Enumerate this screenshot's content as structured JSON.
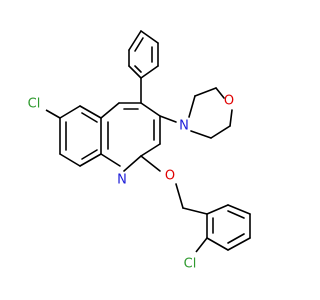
{
  "colors": {
    "bond": "#000000",
    "chlorine": "#2e9a2e",
    "nitrogen": "#1d1dd8",
    "oxygen": "#e00000",
    "background": "#ffffff"
  },
  "atoms": {
    "cl_top": "Cl",
    "n_ring": "N",
    "o_ether": "O",
    "n_morpholine": "N",
    "o_morpholine": "O",
    "cl_bottom": "Cl"
  }
}
